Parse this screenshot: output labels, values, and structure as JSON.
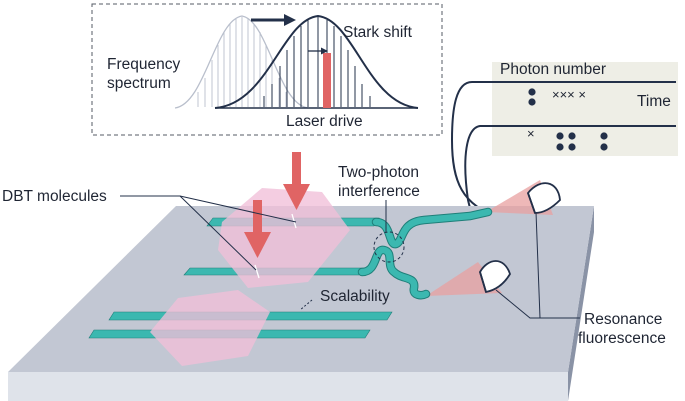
{
  "labels": {
    "frequency_line1": "Frequency",
    "frequency_line2": "spectrum",
    "stark_shift": "Stark shift",
    "laser_drive": "Laser drive",
    "photon_number": "Photon number",
    "time": "Time",
    "dbt_molecules": "DBT molecules",
    "two_photon_line1": "Two-photon",
    "two_photon_line2": "interference",
    "scalability": "Scalability",
    "resonance_line1": "Resonance",
    "resonance_line2": "fluorescence"
  },
  "photon_panel": {
    "top_marks": "×××  ×",
    "bottom_mark": "×"
  },
  "colors": {
    "chip_top": "#c2c7d3",
    "chip_front": "#dfe3ea",
    "chip_side": "#8a93a6",
    "waveguide": "#3bb8b0",
    "domain_pink": "#f1bfd9",
    "laser_arrow": "#e06464",
    "ink": "#233049",
    "ghost_curve": "#b9bfcc",
    "panel_bg": "#eeeee6"
  }
}
